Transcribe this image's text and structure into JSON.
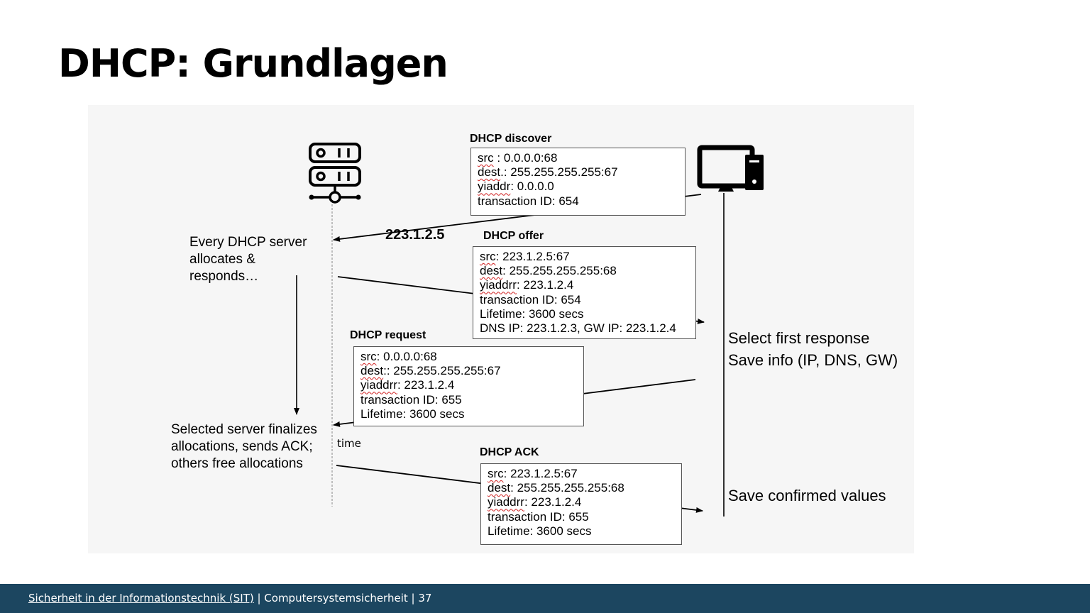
{
  "slide": {
    "title": "DHCP: Grundlagen"
  },
  "diagram": {
    "server_ip": "223.1.2.5",
    "time_label": "time",
    "messages": {
      "discover": {
        "title": "DHCP discover",
        "lines": [
          "src : 0.0.0.0:68",
          "dest.: 255.255.255.255:67",
          "yiaddr:    0.0.0.0",
          "transaction ID: 654"
        ]
      },
      "offer": {
        "title": "DHCP offer",
        "lines": [
          "src: 223.1.2.5:67",
          "dest:  255.255.255.255:68",
          "yiaddrr: 223.1.2.4",
          "transaction ID: 654",
          "Lifetime: 3600 secs",
          "DNS IP: 223.1.2.3, GW IP: 223.1.2.4"
        ]
      },
      "request": {
        "title": "DHCP request",
        "lines": [
          "src:  0.0.0.0:68",
          "dest::  255.255.255.255:67",
          "yiaddrr: 223.1.2.4",
          "transaction ID: 655",
          "Lifetime: 3600 secs"
        ]
      },
      "ack": {
        "title": "DHCP ACK",
        "lines": [
          "src: 223.1.2.5:67",
          "dest:  255.255.255.255:68",
          "yiaddrr: 223.1.2.4",
          "transaction ID: 655",
          "Lifetime: 3600 secs"
        ]
      }
    },
    "notes": {
      "server_allocates": [
        "Every DHCP server",
        "allocates &",
        "responds…"
      ],
      "server_finalizes": [
        "Selected server finalizes",
        "allocations, sends ACK;",
        "others free allocations"
      ],
      "client_select": [
        "Select first response",
        "Save info (IP, DNS, GW)"
      ],
      "client_confirm": [
        "Save confirmed values"
      ]
    }
  },
  "footer": {
    "link_text": "Sicherheit in der Informationstechnik (SIT)",
    "separator1": " | ",
    "course": "Computersystemsicherheit",
    "separator2": " | ",
    "page_number": "37"
  }
}
